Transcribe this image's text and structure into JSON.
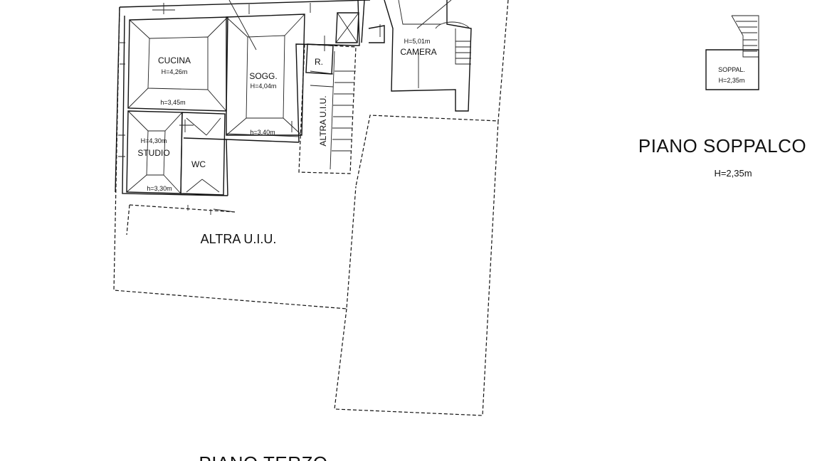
{
  "rooms": {
    "cucina": {
      "name": "CUCINA",
      "height": "H=4,26m"
    },
    "soggiorno": {
      "name": "SOGG.",
      "height": "H=4,04m"
    },
    "camera": {
      "name": "CAMERA",
      "height": "H=5,01m"
    },
    "studio": {
      "name": "STUDIO",
      "height": "H=4,30m"
    },
    "wc": {
      "name": "WC"
    },
    "ripostiglio": {
      "name": "R."
    }
  },
  "heights": {
    "cucina_low": "h=3,45m",
    "soggiorno_low": "h=3,40m",
    "studio_low": "h=3,30m"
  },
  "other_units": {
    "vertical": "ALTRA U.I.U.",
    "main": "ALTRA U.I.U."
  },
  "soppalco": {
    "room_name": "SOPPAL.",
    "room_height": "H=2,35m",
    "title": "PIANO SOPPALCO",
    "height": "H=2,35m"
  },
  "floor_title": "PIANO TERZO"
}
